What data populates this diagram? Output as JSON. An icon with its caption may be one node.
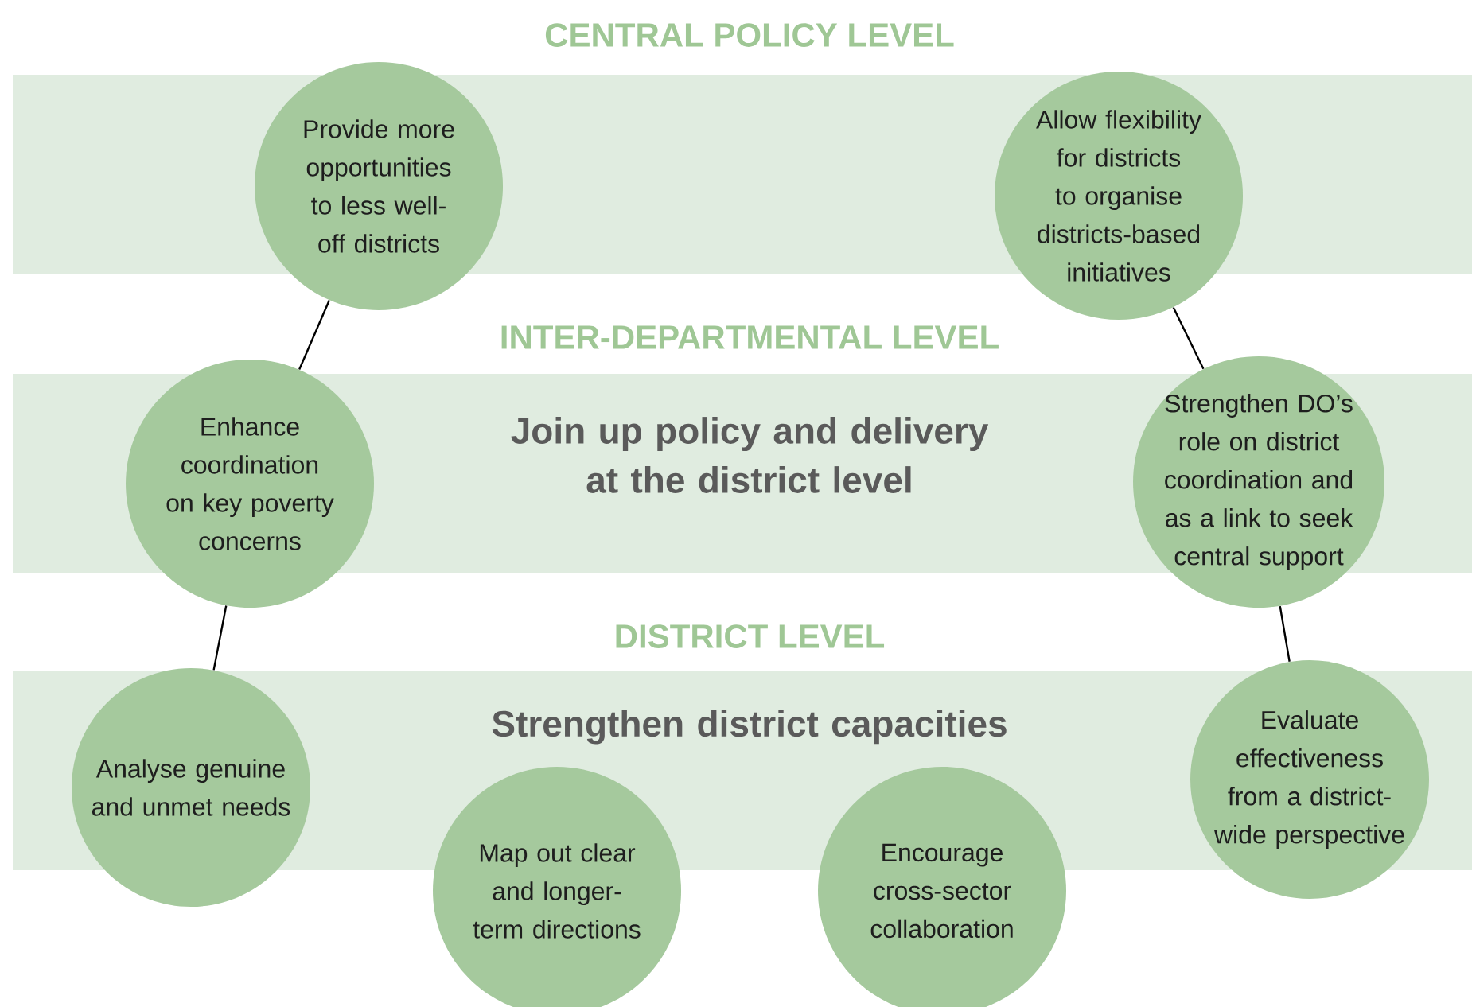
{
  "diagram": {
    "nodes": [
      {
        "text": [
          "CENTRAL POLICY LEVEL"
        ]
      },
      {
        "text": [
          "INTER-DEPARTMENTAL LEVEL",
          "Join up policy and delivery at the district level"
        ]
      },
      {
        "text": [
          "DISTRICT LEVEL",
          "Strengthen district capacities"
        ]
      },
      {
        "text": [
          "Provide more opportunities to less well-off districts"
        ]
      },
      {
        "text": [
          "Allow flexibility for districts to organise districts-based initiatives"
        ]
      },
      {
        "text": [
          "Enhance coordination on key poverty concerns"
        ]
      },
      {
        "text": [
          "Strengthen DO’s role on district coordination and as a link to seek central support"
        ]
      },
      {
        "text": [
          "Analyse genuine and unmet needs"
        ]
      },
      {
        "text": [
          "Evaluate effectiveness from a district-wide perspective"
        ]
      },
      {
        "text": [
          "Map out clear and longer-term directions"
        ]
      },
      {
        "text": [
          "Encourage cross-sector collaboration"
        ]
      }
    ],
    "edges": [
      {
        "from": 3,
        "to": 5,
        "arrow": "none"
      },
      {
        "from": 4,
        "to": 6,
        "arrow": "none"
      },
      {
        "from": 5,
        "to": 7,
        "arrow": "none"
      },
      {
        "from": 6,
        "to": 8,
        "arrow": "none"
      }
    ]
  }
}
